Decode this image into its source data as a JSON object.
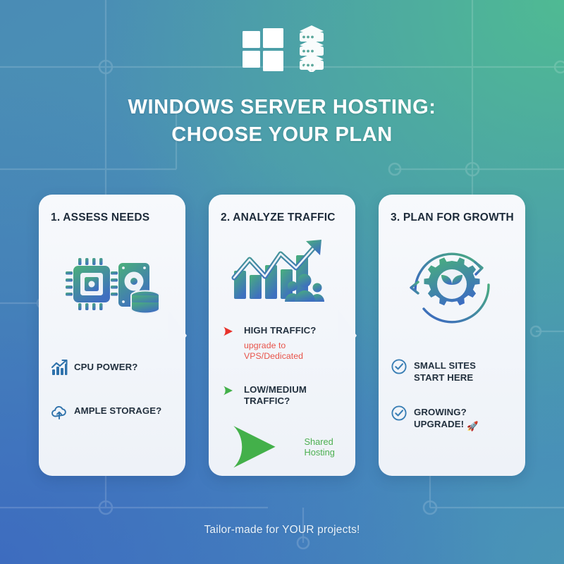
{
  "header": {
    "logo_icons": [
      "windows-logo-icon",
      "server-stack-icon"
    ],
    "title_line1": "WINDOWS SERVER HOSTING:",
    "title_line2": "CHOOSE YOUR PLAN"
  },
  "cards": [
    {
      "id": "assess-needs",
      "title": "1. ASSESS NEEDS",
      "art_icon": "cpu-harddisk-database-icon",
      "bullets": [
        {
          "icon": "bar-chart-icon",
          "text": "CPU POWER?"
        },
        {
          "icon": "cloud-upload-icon",
          "text": "AMPLE STORAGE?"
        }
      ]
    },
    {
      "id": "analyze-traffic",
      "title": "2. ANALYZE TRAFFIC",
      "art_icon": "growth-chart-people-icon",
      "bullets": [
        {
          "icon": "arrow-right-red-icon",
          "text": "HIGH TRAFFIC?",
          "sub": "upgrade to VPS/Dedicated",
          "sub_color": "#e8534a"
        },
        {
          "icon": "arrow-right-green-icon",
          "text": "LOW/MEDIUM TRAFFIC?",
          "sub": "Shared Hosting",
          "sub_color": "#4caf50",
          "sub_icon": "arrow-right-green-icon"
        }
      ]
    },
    {
      "id": "plan-for-growth",
      "title": "3. PLAN FOR GROWTH",
      "art_icon": "gear-sprout-refresh-icon",
      "bullets": [
        {
          "icon": "check-circle-icon",
          "text": "SMALL SITES\nSTART HERE"
        },
        {
          "icon": "check-circle-icon",
          "text": "GROWING? UPGRADE!",
          "trailing_icon": "rocket-icon",
          "trailing_glyph": "🚀"
        }
      ]
    }
  ],
  "footer": {
    "text": "Tailor-made for YOUR projects!"
  },
  "colors": {
    "bg_top_left": "#4a8cb5",
    "bg_top_right": "#4fba93",
    "bg_bottom_left": "#3d6cbf",
    "bg_bottom_right": "#4a97b5",
    "card_bg": "#f2f5fa",
    "title_text": "#ffffff",
    "card_title_text": "#1d2b3a",
    "bullet_text": "#23313f",
    "accent_red": "#e8534a",
    "accent_green": "#4caf50",
    "accent_blue": "#3f72b5",
    "icon_gradient_from": "#4bb07a",
    "icon_gradient_to": "#3f6fc0"
  }
}
